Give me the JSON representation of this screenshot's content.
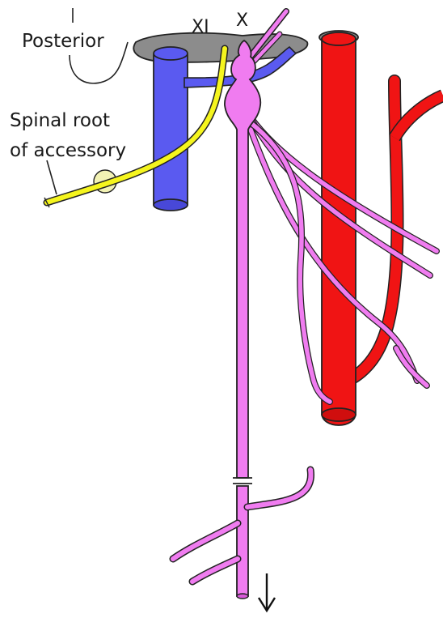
{
  "labels": {
    "posterior": "Posterior",
    "cn_xi": "XI",
    "cn_x": "X",
    "spinal_root_line1": "Spinal root",
    "spinal_root_line2": "of accessory"
  },
  "colors": {
    "vagus_nerve": "#f07cf0",
    "accessory_nerve": "#f5f51e",
    "internal_jugular_vein": "#5a5af0",
    "internal_carotid_artery": "#f01414",
    "skull_base": "#8c8c8c",
    "lymph_node": "#f2f2b4",
    "outline": "#222222"
  }
}
